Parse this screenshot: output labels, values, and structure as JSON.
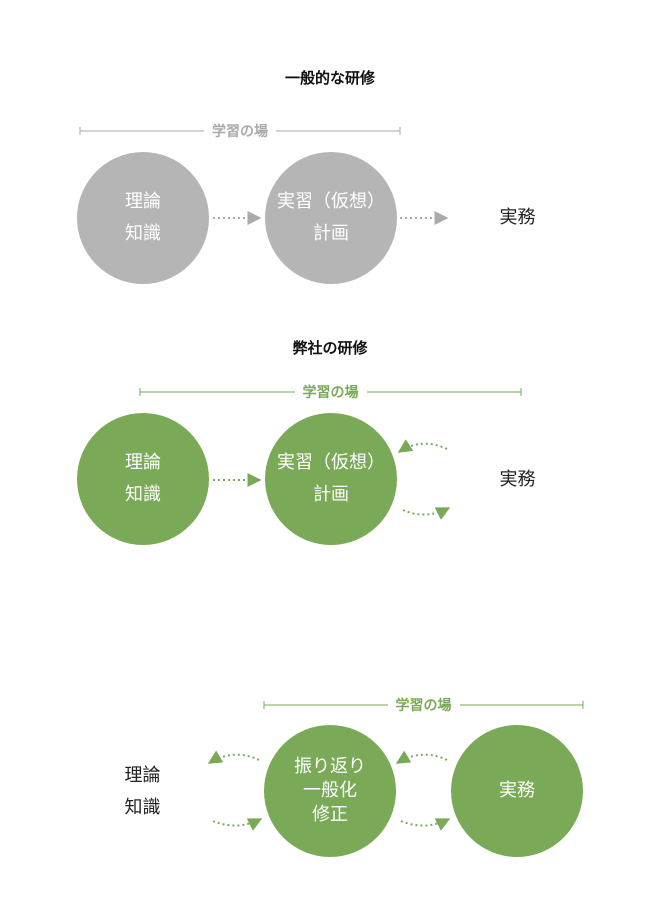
{
  "colors": {
    "gray": "#b5b5b5",
    "green": "#7aaa58",
    "gray_line": "#aaaaaa"
  },
  "section1": {
    "title": "一般的な研修",
    "bracket_label": "学習の場",
    "theory_line1": "理論",
    "theory_line2": "知識",
    "practice_line1": "実習（仮想）",
    "practice_line2": "計画",
    "work": "実務"
  },
  "section2": {
    "title": "弊社の研修",
    "bracket_label": "学習の場",
    "theory_line1": "理論",
    "theory_line2": "知識",
    "practice_line1": "実習（仮想）",
    "practice_line2": "計画",
    "work": "実務"
  },
  "section3": {
    "bracket_label": "学習の場",
    "theory_line1": "理論",
    "theory_line2": "知識",
    "reflect_line1": "振り返り",
    "reflect_line2": "一般化",
    "reflect_line3": "修正",
    "work": "実務"
  }
}
